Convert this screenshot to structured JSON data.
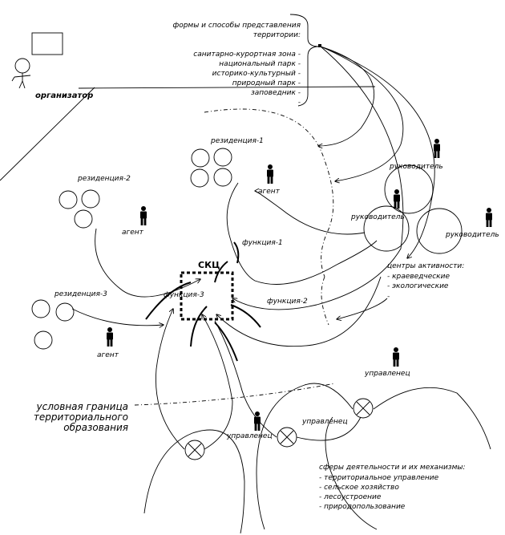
{
  "forms": {
    "title_line1": "формы и способы представления",
    "title_line2": "территории:",
    "items": [
      "санитарно-курортная зона -",
      "национальный парк -",
      "историко-культурный -",
      "природный парк -",
      "заповедник -",
      "-"
    ]
  },
  "organizer": {
    "label": "организатор"
  },
  "residences": {
    "r1": "резиденция-1",
    "r2": "резиденция-2",
    "r3": "резиденция-3"
  },
  "agents": {
    "a1": "агент",
    "a2": "агент",
    "a3": "агент"
  },
  "leaders": {
    "l1": "руководитель",
    "l2": "руководитель",
    "l3": "руководитель"
  },
  "skc": {
    "label": "СКЦ"
  },
  "functions": {
    "f1": "функция-1",
    "f2": "функция-2",
    "f3": "функция-3"
  },
  "activity_centers": {
    "title": "центры активности:",
    "items": [
      "- краеведческие",
      "- экологические",
      "-"
    ]
  },
  "managers": {
    "m1": "управленец",
    "m2": "управленец",
    "m3": "управленец"
  },
  "boundary": {
    "line1": "условная граница",
    "line2": "территориального",
    "line3": "образования"
  },
  "spheres": {
    "title": "сферы деятельности и их механизмы:",
    "items": [
      "- территориальное управление",
      "- сельское хозяйство",
      "- лесоустроение",
      "- природопользование"
    ]
  }
}
